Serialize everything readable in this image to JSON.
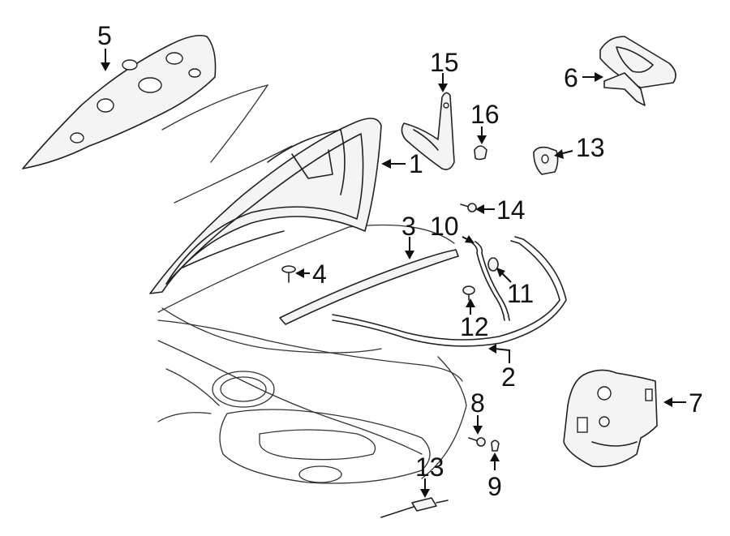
{
  "diagram": {
    "callouts": [
      {
        "id": "c1",
        "label": "1"
      },
      {
        "id": "c2",
        "label": "2"
      },
      {
        "id": "c3",
        "label": "3"
      },
      {
        "id": "c4",
        "label": "4"
      },
      {
        "id": "c5",
        "label": "5"
      },
      {
        "id": "c6",
        "label": "6"
      },
      {
        "id": "c7",
        "label": "7"
      },
      {
        "id": "c8",
        "label": "8"
      },
      {
        "id": "c9",
        "label": "9"
      },
      {
        "id": "c10",
        "label": "10"
      },
      {
        "id": "c11",
        "label": "11"
      },
      {
        "id": "c12",
        "label": "12"
      },
      {
        "id": "c13a",
        "label": "13"
      },
      {
        "id": "c13b",
        "label": "13"
      },
      {
        "id": "c14",
        "label": "14"
      },
      {
        "id": "c15",
        "label": "15"
      },
      {
        "id": "c16",
        "label": "16"
      }
    ]
  }
}
